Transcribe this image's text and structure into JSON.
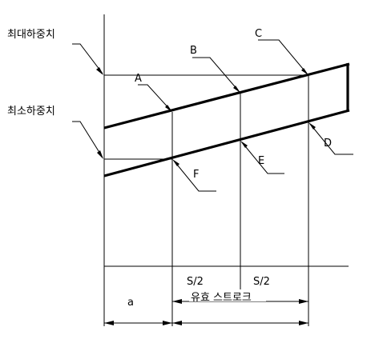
{
  "labels": {
    "max_load": "최대하중치",
    "min_load": "최소하중치",
    "A": "A",
    "B": "B",
    "C": "C",
    "D": "D",
    "E": "E",
    "F": "F",
    "half_stroke_1": "S/2",
    "half_stroke_2": "S/2",
    "effective_stroke": "유효 스트로크",
    "offset_a": "a"
  }
}
